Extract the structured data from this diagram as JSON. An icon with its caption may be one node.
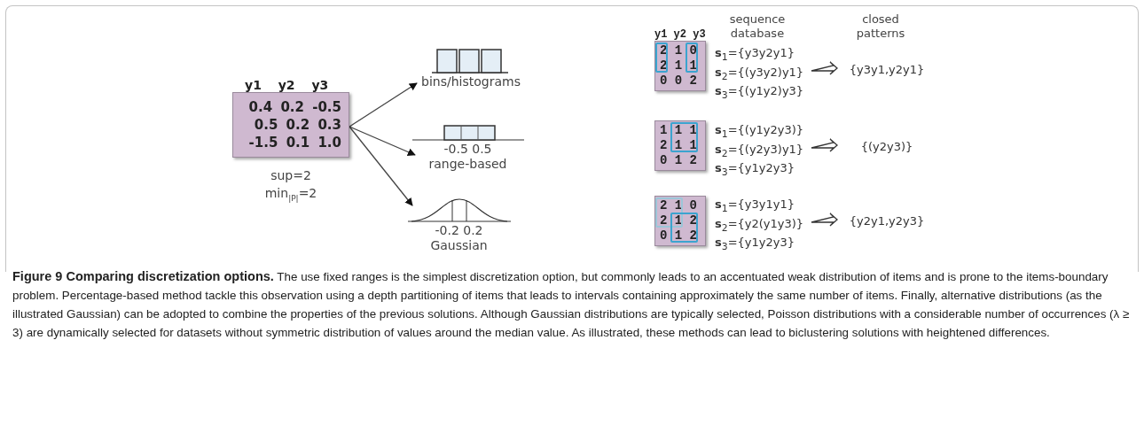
{
  "diagram": {
    "caption": "**Figure 9 Comparing discretization options.** The use fixed ranges is the simplest discretization option, but commonly leads to an accentuated weak distribution of items and is prone to the items-boundary problem. Percentage-based method tackle this observation using a depth partitioning of items that leads to intervals containing approximately the same number of items. Finally, alternative distributions (as the illustrated Gaussian) can be adopted to combine the properties of the previous solutions. Although Gaussian distributions are typically selected, Poisson distributions with a considerable number of occurrences (λ ≥ 3) are dynamically selected for datasets without symmetric distribution of values around the median value. As illustrated, these methods can lead to biclustering solutions with heightened differences.",
    "nodes": [
      {
        "text": [
          "y1 y2 y3",
          "0.4 0.2 -0.5",
          "0.5 0.2 0.3",
          "-1.5 0.1 1.0"
        ],
        "beside": [
          "sup=2",
          "min$_{|P|}$=2"
        ]
      },
      {
        "text": [
          "bins/histograms"
        ]
      },
      {
        "text": [
          "-0.5 0.5",
          "range-based"
        ]
      },
      {
        "text": [
          "-0.2 0.2",
          "Gaussian"
        ]
      },
      {
        "text": [
          "y1 y2 y3",
          "2 1 0",
          "2 1 1",
          "0 0 2"
        ]
      },
      {
        "text": [
          "1 1 1",
          "2 1 1",
          "0 1 2"
        ]
      },
      {
        "text": [
          "2 1 0",
          "2 1 2",
          "0 1 2"
        ]
      },
      {
        "text": [
          "s$_{1}$={y3y2y1}",
          "s$_{2}$={(y3y2)y1}",
          "s$_{3}$={(y1y2)y3}"
        ]
      },
      {
        "text": [
          "s$_{1}$={(y1y2y3)}",
          "s$_{2}$={(y2y3)y1}",
          "s$_{3}$={y1y2y3}"
        ]
      },
      {
        "text": [
          "s$_{1}$={y3y1y1}",
          "s$_{2}$={y2(y1y3)}",
          "s$_{3}$={y1y2y3}"
        ]
      },
      {
        "text": [
          "{y3y1,y2y1}"
        ]
      },
      {
        "text": [
          "{(y2y3)}"
        ]
      },
      {
        "text": [
          "{y2y1,y2y3}"
        ]
      }
    ],
    "edges": [
      {
        "from": 0,
        "to": 1,
        "arrow": "to"
      },
      {
        "from": 0,
        "to": 2,
        "arrow": "to"
      },
      {
        "from": 0,
        "to": 3,
        "arrow": "to"
      },
      {
        "from": 7,
        "to": 10,
        "arrow": "to"
      },
      {
        "from": 8,
        "to": 11,
        "arrow": "to"
      },
      {
        "from": 9,
        "to": 12,
        "arrow": "to"
      }
    ],
    "labels": [
      "sequence database",
      "closed patterns"
    ]
  }
}
